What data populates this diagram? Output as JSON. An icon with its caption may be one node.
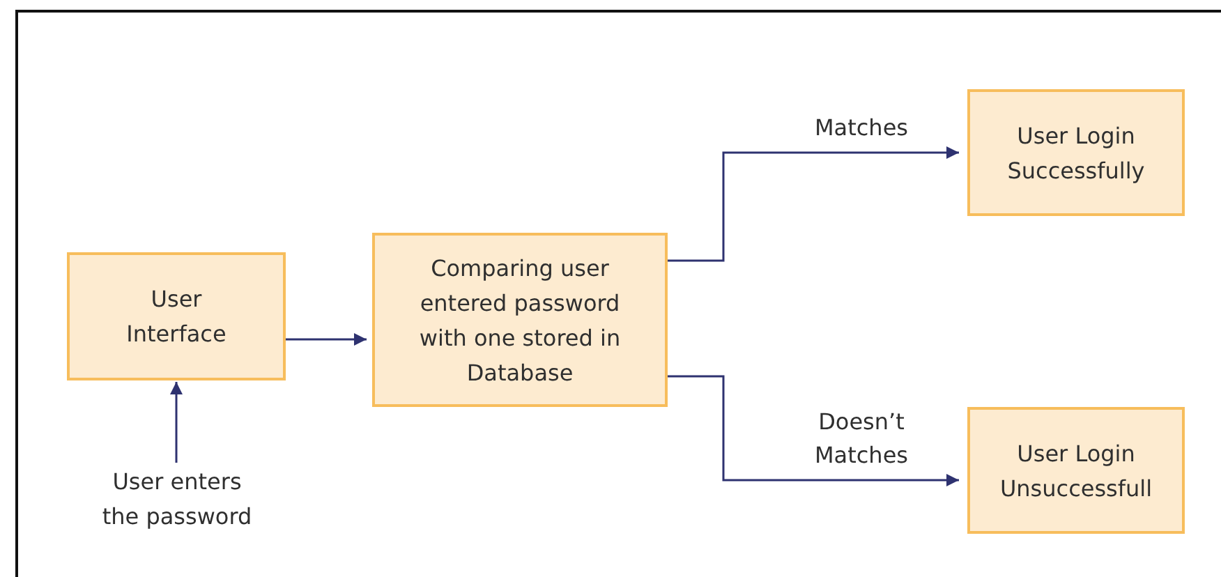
{
  "diagram": {
    "nodes": [
      {
        "text": [
          "User Interface"
        ]
      },
      {
        "text": [
          "User enters the password"
        ]
      },
      {
        "text": [
          "Comparing user entered password with one stored in Database"
        ]
      },
      {
        "text": [
          "User Login Successfully"
        ]
      },
      {
        "text": [
          "User Login Unsuccessfull"
        ]
      }
    ],
    "edges": [
      {
        "from": 1,
        "to": 0,
        "arrow": "to"
      },
      {
        "from": 0,
        "to": 2,
        "arrow": "to"
      },
      {
        "from": 2,
        "to": 3,
        "arrow": "to",
        "label": "Matches"
      },
      {
        "from": 2,
        "to": 4,
        "arrow": "to",
        "label": "Doesn’t Matches"
      }
    ]
  }
}
